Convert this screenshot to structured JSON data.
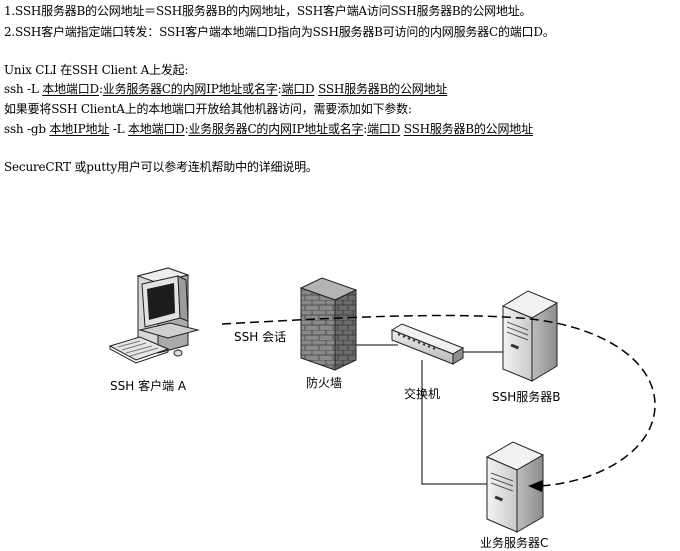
{
  "text": {
    "l1": "1.SSH服务器B的公网地址＝SSH服务器B的内网地址，SSH客户端A访问SSH服务器B的公网地址。",
    "l2": "2.SSH客户端指定端口转发：SSH客户端本地端口D指向为SSH服务器B可访问的内网服务器C的端口D。",
    "l3": "Unix CLI 在SSH Client A上发起:",
    "l4": {
      "p1": "ssh -L ",
      "p2": "本地端口D",
      "p3": ":",
      "p4": "业务服务器C的内网IP地址或名字",
      "p5": ":",
      "p6": "端口D",
      "p7": " ",
      "p8": "SSH服务器B的公网地址"
    },
    "l5": "如果要将SSH ClientA上的本地端口开放给其他机器访问，需要添加如下参数:",
    "l6": {
      "p1": "ssh -gb ",
      "p2": "本地IP地址",
      "p3": " -L ",
      "p4": "本地端口D",
      "p5": ":",
      "p6": "业务服务器C的内网IP地址或名字",
      "p7": ":",
      "p8": "端口D",
      "p9": " ",
      "p10": "SSH服务器B的公网地址"
    },
    "l7": "SecureCRT 或putty用户可以参考连机帮助中的详细说明。"
  },
  "diagram": {
    "client_label": "SSH 客户端 A",
    "firewall_label": "防火墙",
    "switch_label": "交换机",
    "server_b_label": "SSH服务器B",
    "server_c_label": "业务服务器C",
    "session_label": "SSH 会话"
  }
}
